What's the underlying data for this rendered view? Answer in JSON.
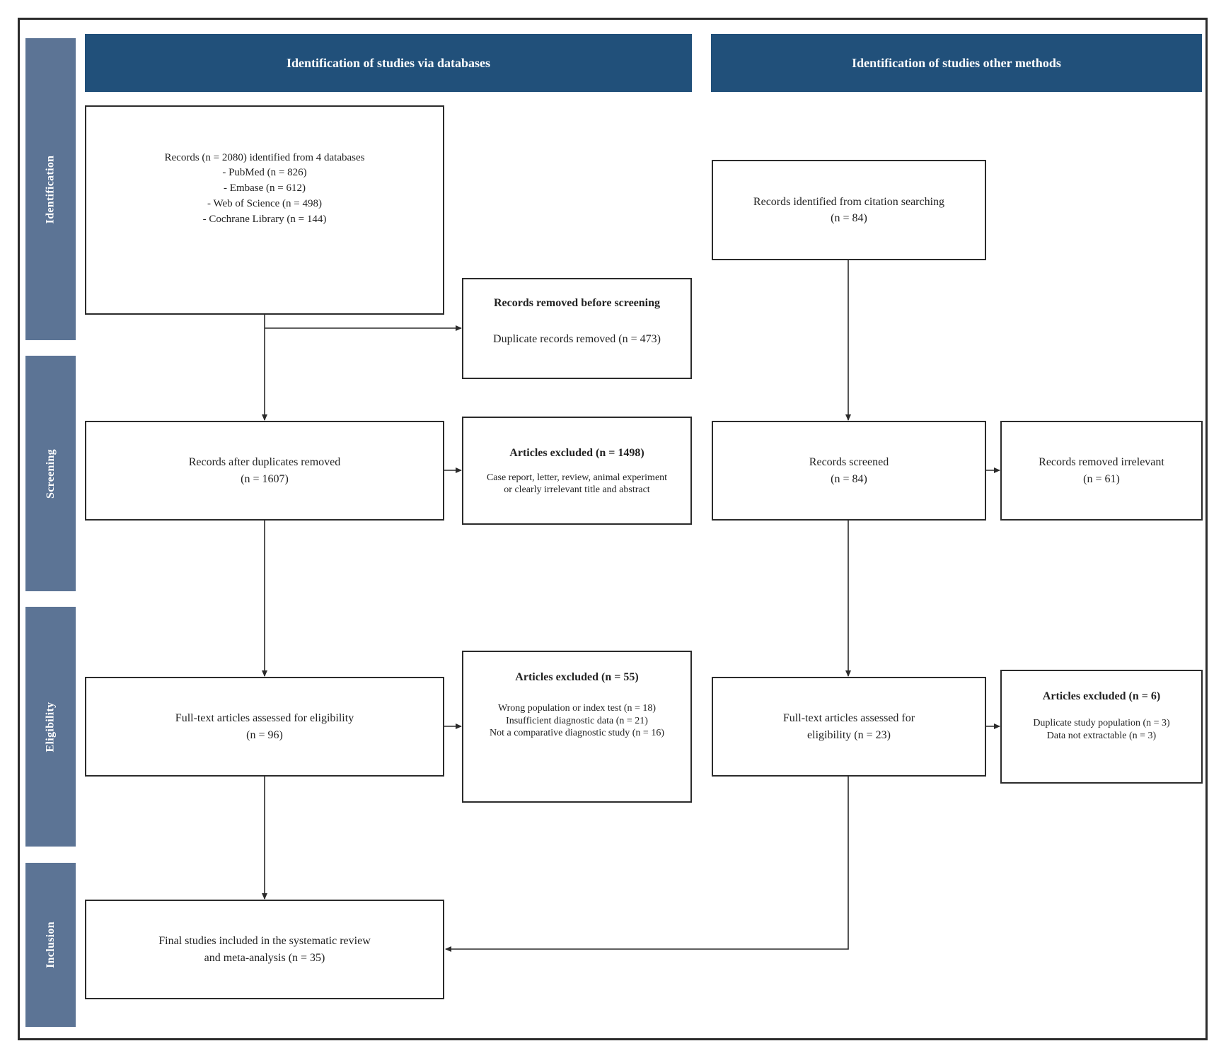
{
  "headers": {
    "databases": "Identification of studies via databases",
    "other": "Identification of studies other methods"
  },
  "stages": [
    "Identification",
    "Screening",
    "Eligibility",
    "Inclusion"
  ],
  "db": {
    "records_identified": {
      "lines": [
        "Records (n = 2080) identified from 4 databases",
        "- PubMed (n = 826)",
        "- Embase (n = 612)",
        "- Web of Science (n = 498)",
        "- Cochrane Library (n = 144)"
      ]
    },
    "removed_before_screening": {
      "title": "Records removed before screening",
      "text": "Duplicate records removed (n = 473)"
    },
    "after_duplicates": {
      "lines": [
        "Records after duplicates removed",
        "(n = 1607)"
      ]
    },
    "excluded_screening": {
      "title": "Articles excluded (n = 1498)",
      "lines": [
        "Case report, letter, review, animal experiment",
        "or clearly irrelevant title and abstract"
      ]
    },
    "fulltext": {
      "lines": [
        "Full-text articles assessed for eligibility",
        "(n = 96)"
      ]
    },
    "excluded_eligibility": {
      "title": "Articles excluded (n = 55)",
      "lines": [
        "Wrong population or index test (n = 18)",
        "Insufficient diagnostic data (n = 21)",
        "Not a comparative diagnostic study (n = 16)"
      ]
    },
    "included": {
      "lines": [
        "Final studies included in the systematic review",
        "and meta-analysis (n = 35)"
      ]
    }
  },
  "other": {
    "citation": {
      "lines": [
        "Records identified from citation searching",
        "(n = 84)"
      ]
    },
    "screened": {
      "lines": [
        "Records screened",
        "(n = 84)"
      ]
    },
    "removed_irrelevant": {
      "lines": [
        "Records removed irrelevant",
        "(n = 61)"
      ]
    },
    "fulltext": {
      "lines": [
        "Full-text articles assessed for",
        "eligibility (n = 23)"
      ]
    },
    "excluded": {
      "title": "Articles excluded (n = 6)",
      "lines": [
        "Duplicate study population (n = 3)",
        "Data not extractable (n = 3)"
      ]
    }
  },
  "colors": {
    "header": "#21507a",
    "stage": "#5c7495",
    "line": "#2b2b2b"
  }
}
